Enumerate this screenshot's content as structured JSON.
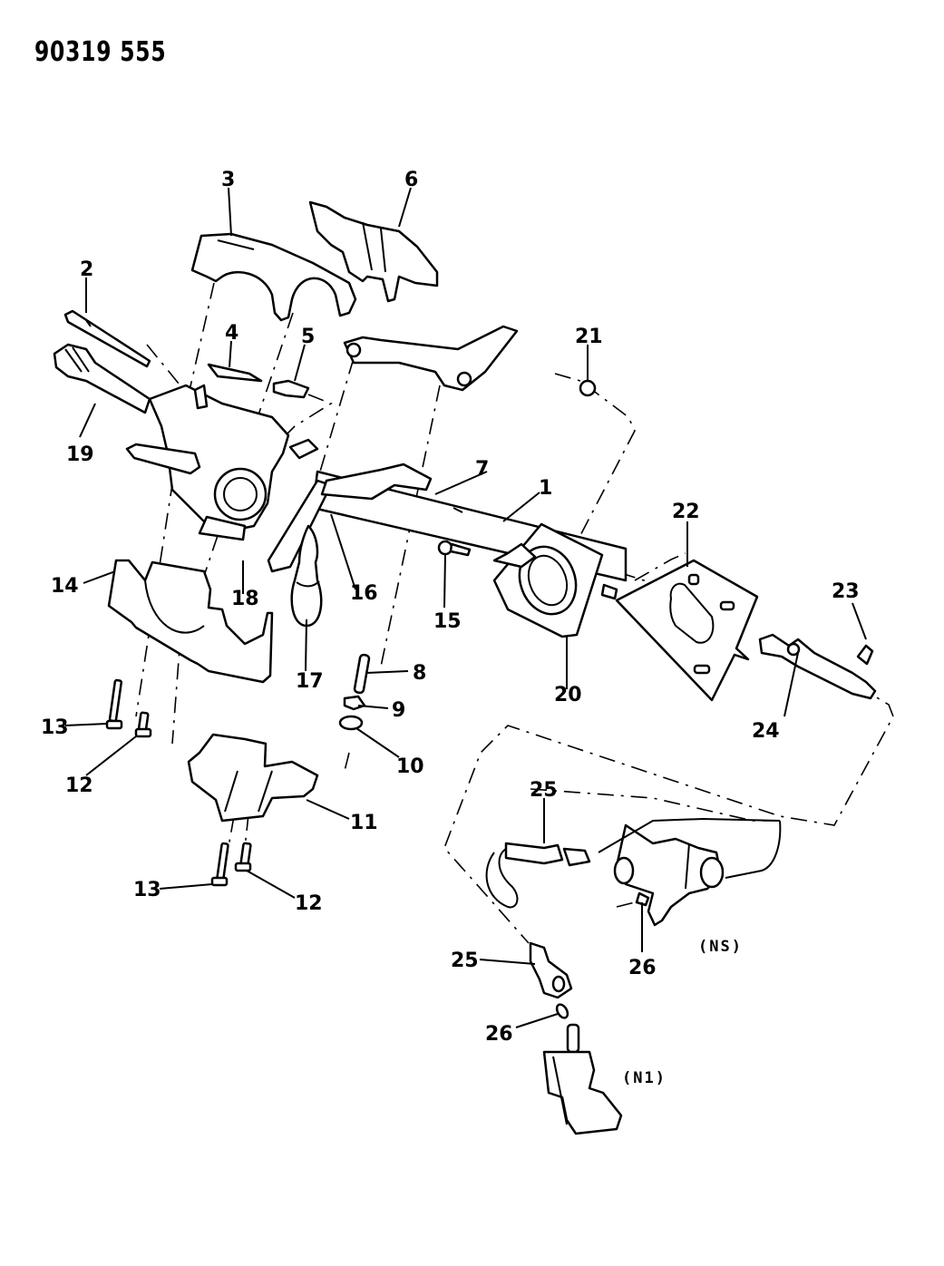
{
  "diagram": {
    "code": "90319 555",
    "callouts": [
      {
        "id": "1",
        "text": "1"
      },
      {
        "id": "2",
        "text": "2"
      },
      {
        "id": "3",
        "text": "3"
      },
      {
        "id": "4",
        "text": "4"
      },
      {
        "id": "5",
        "text": "5"
      },
      {
        "id": "6",
        "text": "6"
      },
      {
        "id": "7",
        "text": "7"
      },
      {
        "id": "8",
        "text": "8"
      },
      {
        "id": "9",
        "text": "9"
      },
      {
        "id": "10",
        "text": "10"
      },
      {
        "id": "11",
        "text": "11"
      },
      {
        "id": "12a",
        "text": "12"
      },
      {
        "id": "12b",
        "text": "12"
      },
      {
        "id": "13a",
        "text": "13"
      },
      {
        "id": "13b",
        "text": "13"
      },
      {
        "id": "14",
        "text": "14"
      },
      {
        "id": "15",
        "text": "15"
      },
      {
        "id": "16",
        "text": "16"
      },
      {
        "id": "17",
        "text": "17"
      },
      {
        "id": "18",
        "text": "18"
      },
      {
        "id": "19",
        "text": "19"
      },
      {
        "id": "20",
        "text": "20"
      },
      {
        "id": "21",
        "text": "21"
      },
      {
        "id": "22",
        "text": "22"
      },
      {
        "id": "23",
        "text": "23"
      },
      {
        "id": "24",
        "text": "24"
      },
      {
        "id": "25a",
        "text": "25"
      },
      {
        "id": "25b",
        "text": "25"
      },
      {
        "id": "26a",
        "text": "26"
      },
      {
        "id": "26b",
        "text": "26"
      }
    ],
    "variants": [
      {
        "id": "ns",
        "text": "(NS)"
      },
      {
        "id": "n1",
        "text": "(N1)"
      }
    ]
  }
}
